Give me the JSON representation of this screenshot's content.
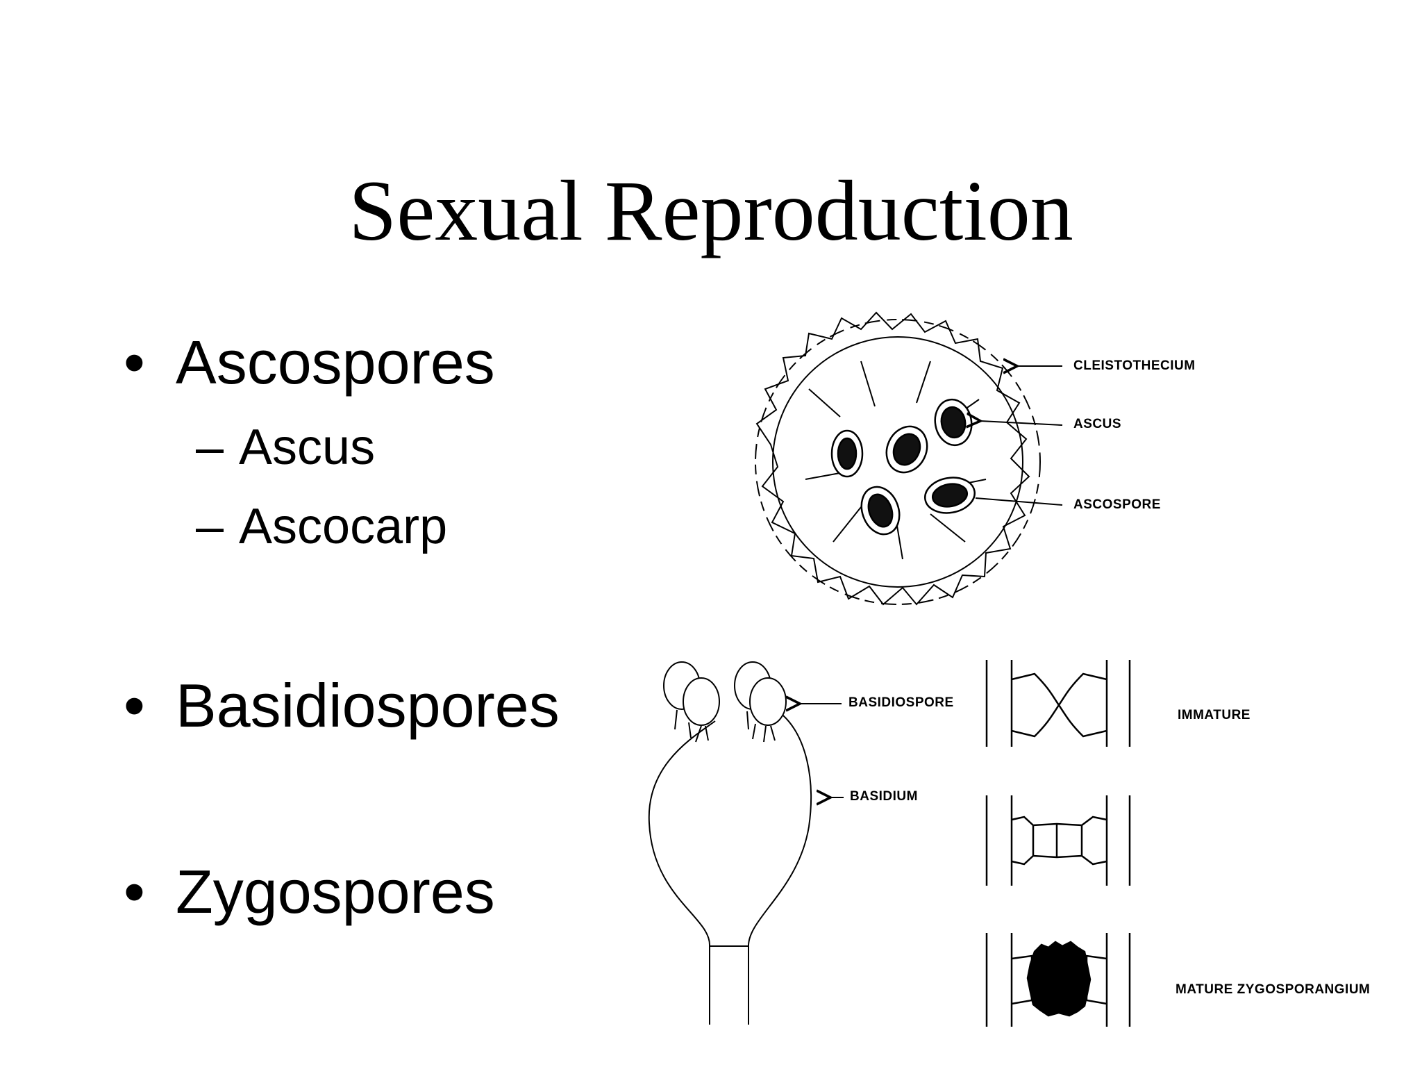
{
  "title": "Sexual Reproduction",
  "bullets": {
    "ascospores": "Ascospores",
    "basidiospores": "Basidiospores",
    "zygospores": "Zygospores",
    "dot": "•"
  },
  "sub_bullets": {
    "ascus": "Ascus",
    "ascocarp": "Ascocarp",
    "dash": "–"
  },
  "figure_labels": {
    "cleistothecium": "CLEISTOTHECIUM",
    "ascus": "ASCUS",
    "ascospore": "ASCOSPORE",
    "basidiospore": "BASIDIOSPORE",
    "basidium": "BASIDIUM",
    "immature": "IMMATURE",
    "mature_zygosporangium": "MATURE ZYGOSPORANGIUM"
  }
}
